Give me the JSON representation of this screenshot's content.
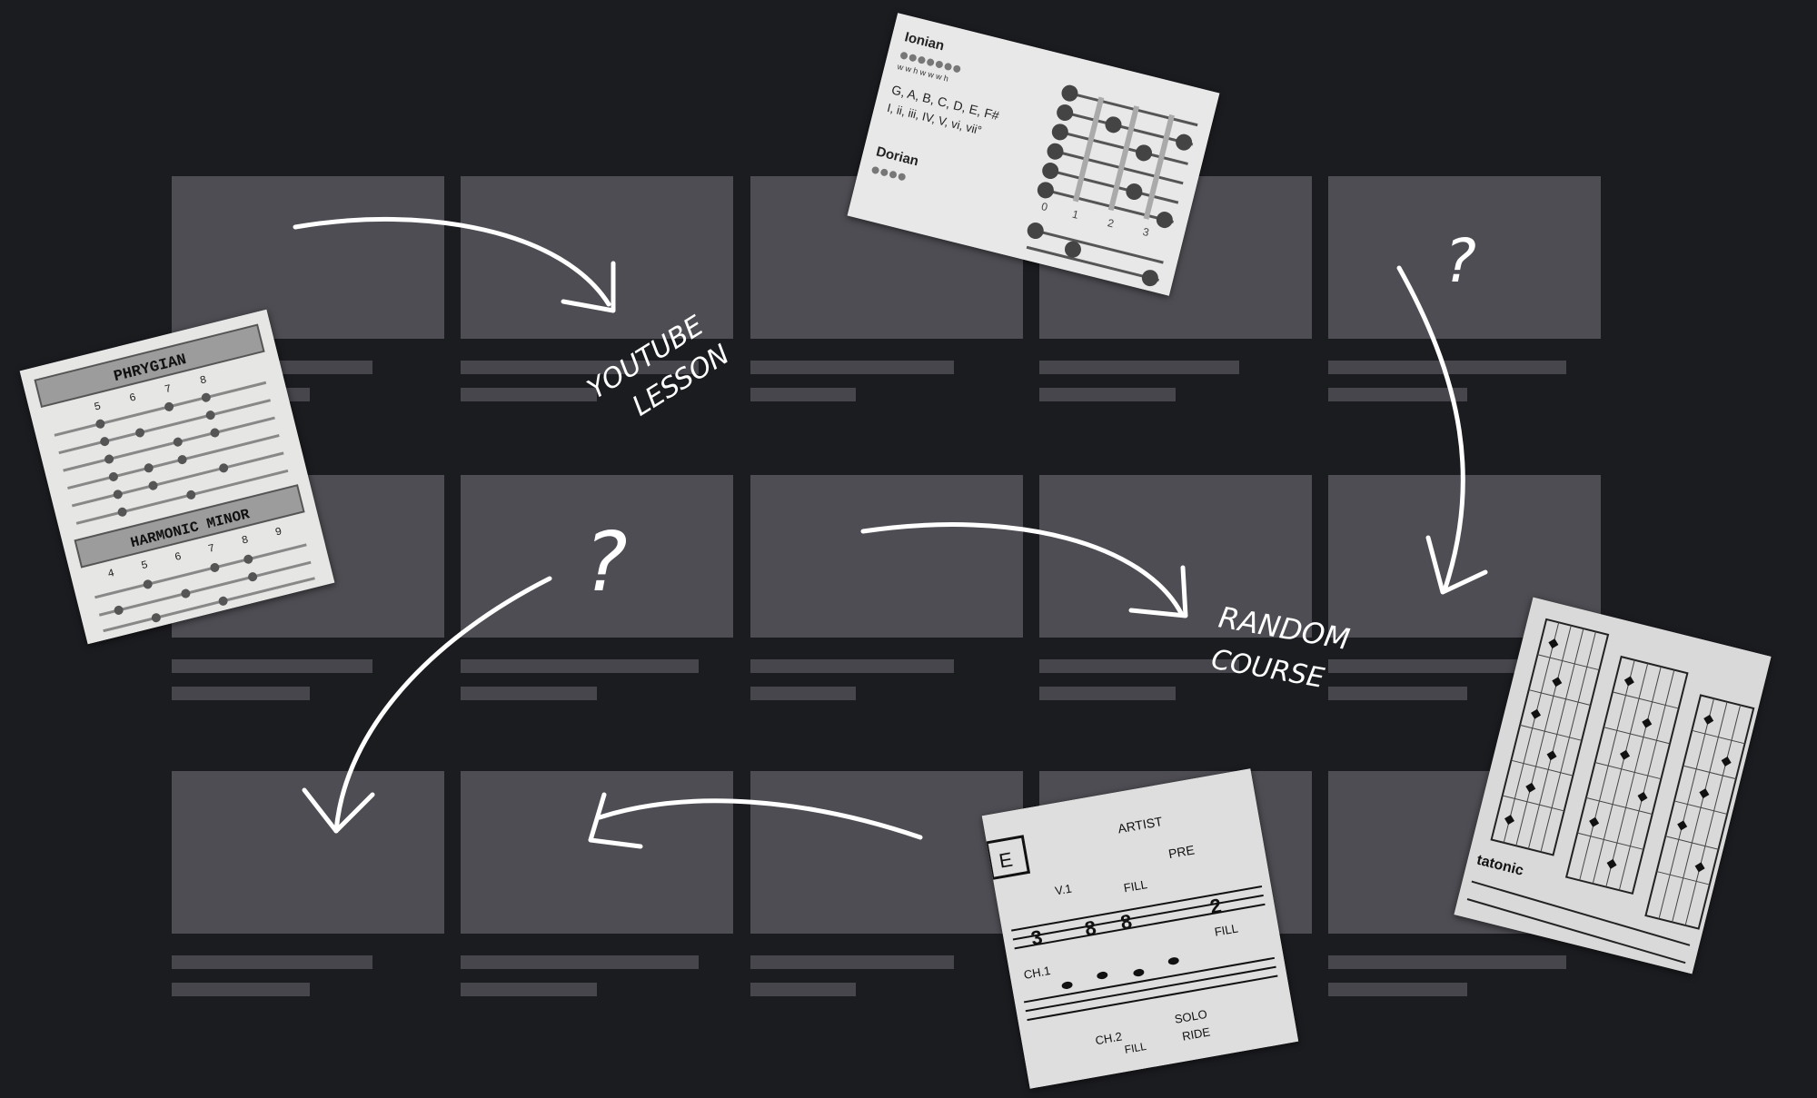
{
  "placeholder_grid": {
    "rows": 3,
    "columns": 5
  },
  "annotations": {
    "youtube_lesson": [
      "YOUTUBE",
      "LESSON"
    ],
    "random_course": [
      "RANDOM",
      "COURSE"
    ],
    "question_mark": "?"
  },
  "scraps": {
    "ionian_sheet": {
      "title": "Ionian",
      "intervals": "w w h w w w h",
      "notes": "G, A, B, C, D, E, F#",
      "chords": "I, ii, iii, IV, V, vi, vii°",
      "title2": "Dorian",
      "fret_numbers": [
        "0",
        "1",
        "2",
        "3"
      ]
    },
    "phrygian_sheet": {
      "title": "PHRYGIAN",
      "frets": [
        "5",
        "6",
        "7",
        "8"
      ],
      "title2": "HARMONIC MINOR",
      "frets2": [
        "4",
        "5",
        "6",
        "7",
        "8",
        "9"
      ]
    },
    "chart_sheet": {
      "labels": [
        "ARTIST",
        "PRE",
        "V.1",
        "FILL",
        "CH.1",
        "FILL",
        "CH.2",
        "SOLO",
        "RIDE",
        "FILL"
      ],
      "numbers": [
        "3",
        "8",
        "8",
        "2"
      ]
    },
    "pentatonic_sheet": {
      "label": "tatonic"
    }
  },
  "colors": {
    "background": "#1b1c20",
    "tile": "#4e4d53",
    "ink": "#ffffff"
  }
}
